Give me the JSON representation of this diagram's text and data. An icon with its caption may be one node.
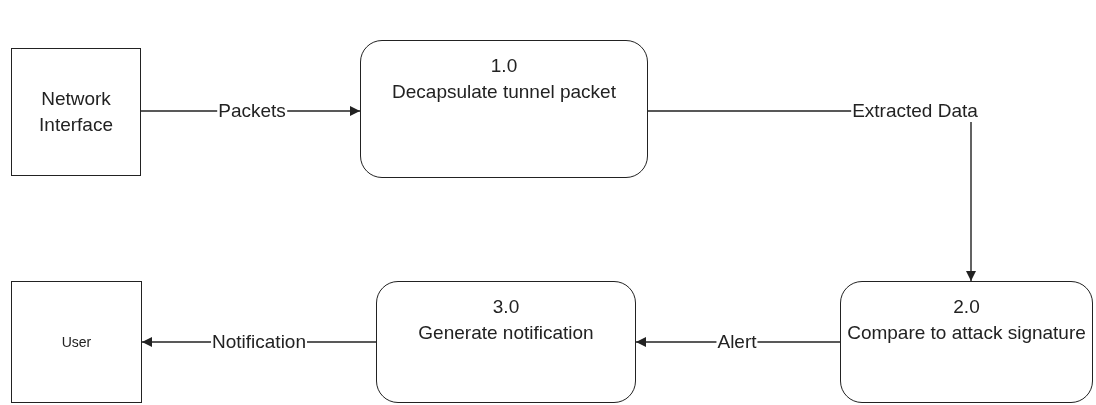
{
  "diagram": {
    "nodes": [
      {
        "text": [
          "Network Interface"
        ]
      },
      {
        "text": [
          "1.0",
          "Decapsulate tunnel packet"
        ]
      },
      {
        "text": [
          "2.0",
          "Compare to attack signature"
        ]
      },
      {
        "text": [
          "3.0",
          "Generate notification"
        ]
      },
      {
        "text": [
          "User"
        ]
      }
    ],
    "edges": [
      {
        "from": 0,
        "to": 1,
        "arrow": "to",
        "label": "Packets"
      },
      {
        "from": 1,
        "to": 2,
        "arrow": "to",
        "label": "Extracted Data"
      },
      {
        "from": 2,
        "to": 3,
        "arrow": "to",
        "label": "Alert"
      },
      {
        "from": 3,
        "to": 4,
        "arrow": "to",
        "label": "Notification"
      }
    ]
  }
}
